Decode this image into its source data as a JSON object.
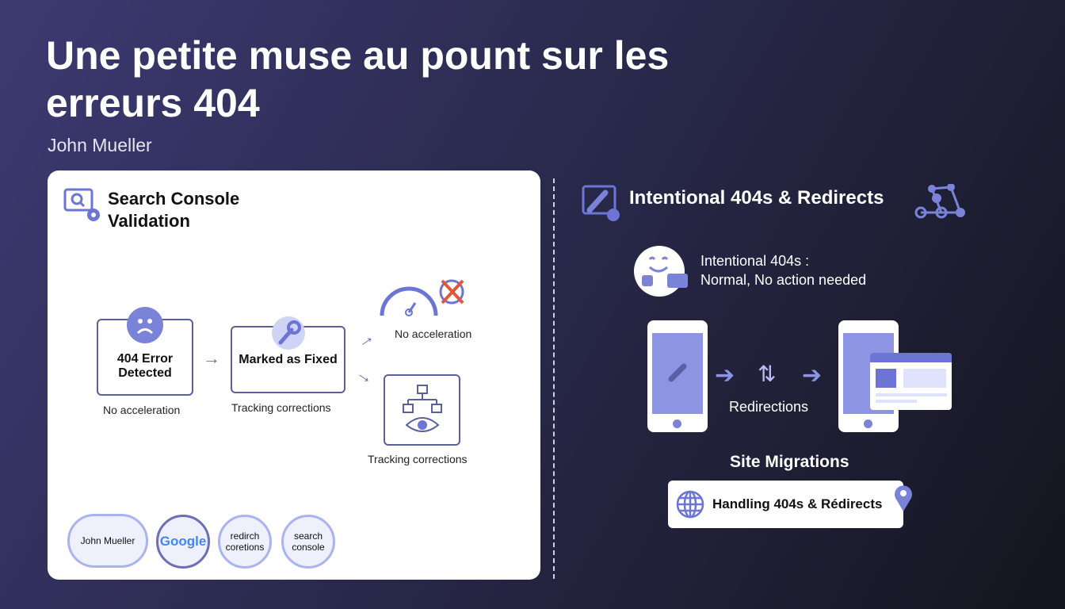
{
  "title": "Une petite muse au pount sur les erreurs 404",
  "author": "John Mueller",
  "left": {
    "title": "Search Console Validation",
    "step1": "404 Error Detected",
    "step1_caption": "No acceleration",
    "step2": "Marked as Fixed",
    "step2_caption": "Tracking corrections",
    "branch1_caption": "No acceleration",
    "branch2_caption": "Tracking corrections",
    "badges": [
      "John Mueller",
      "Google",
      "redirch coretions",
      "search console"
    ]
  },
  "right": {
    "title": "Intentional 404s & Redirects",
    "intentional_line1": "Intentional 404s :",
    "intentional_line2": "Normal, No action needed",
    "redirections": "Redirections",
    "migrations": "Site Migrations",
    "handling": "Handling 404s & Rédirects"
  },
  "colors": {
    "accent": "#7b83d8",
    "card": "#ffffff",
    "bg": "#2a2a4e"
  }
}
